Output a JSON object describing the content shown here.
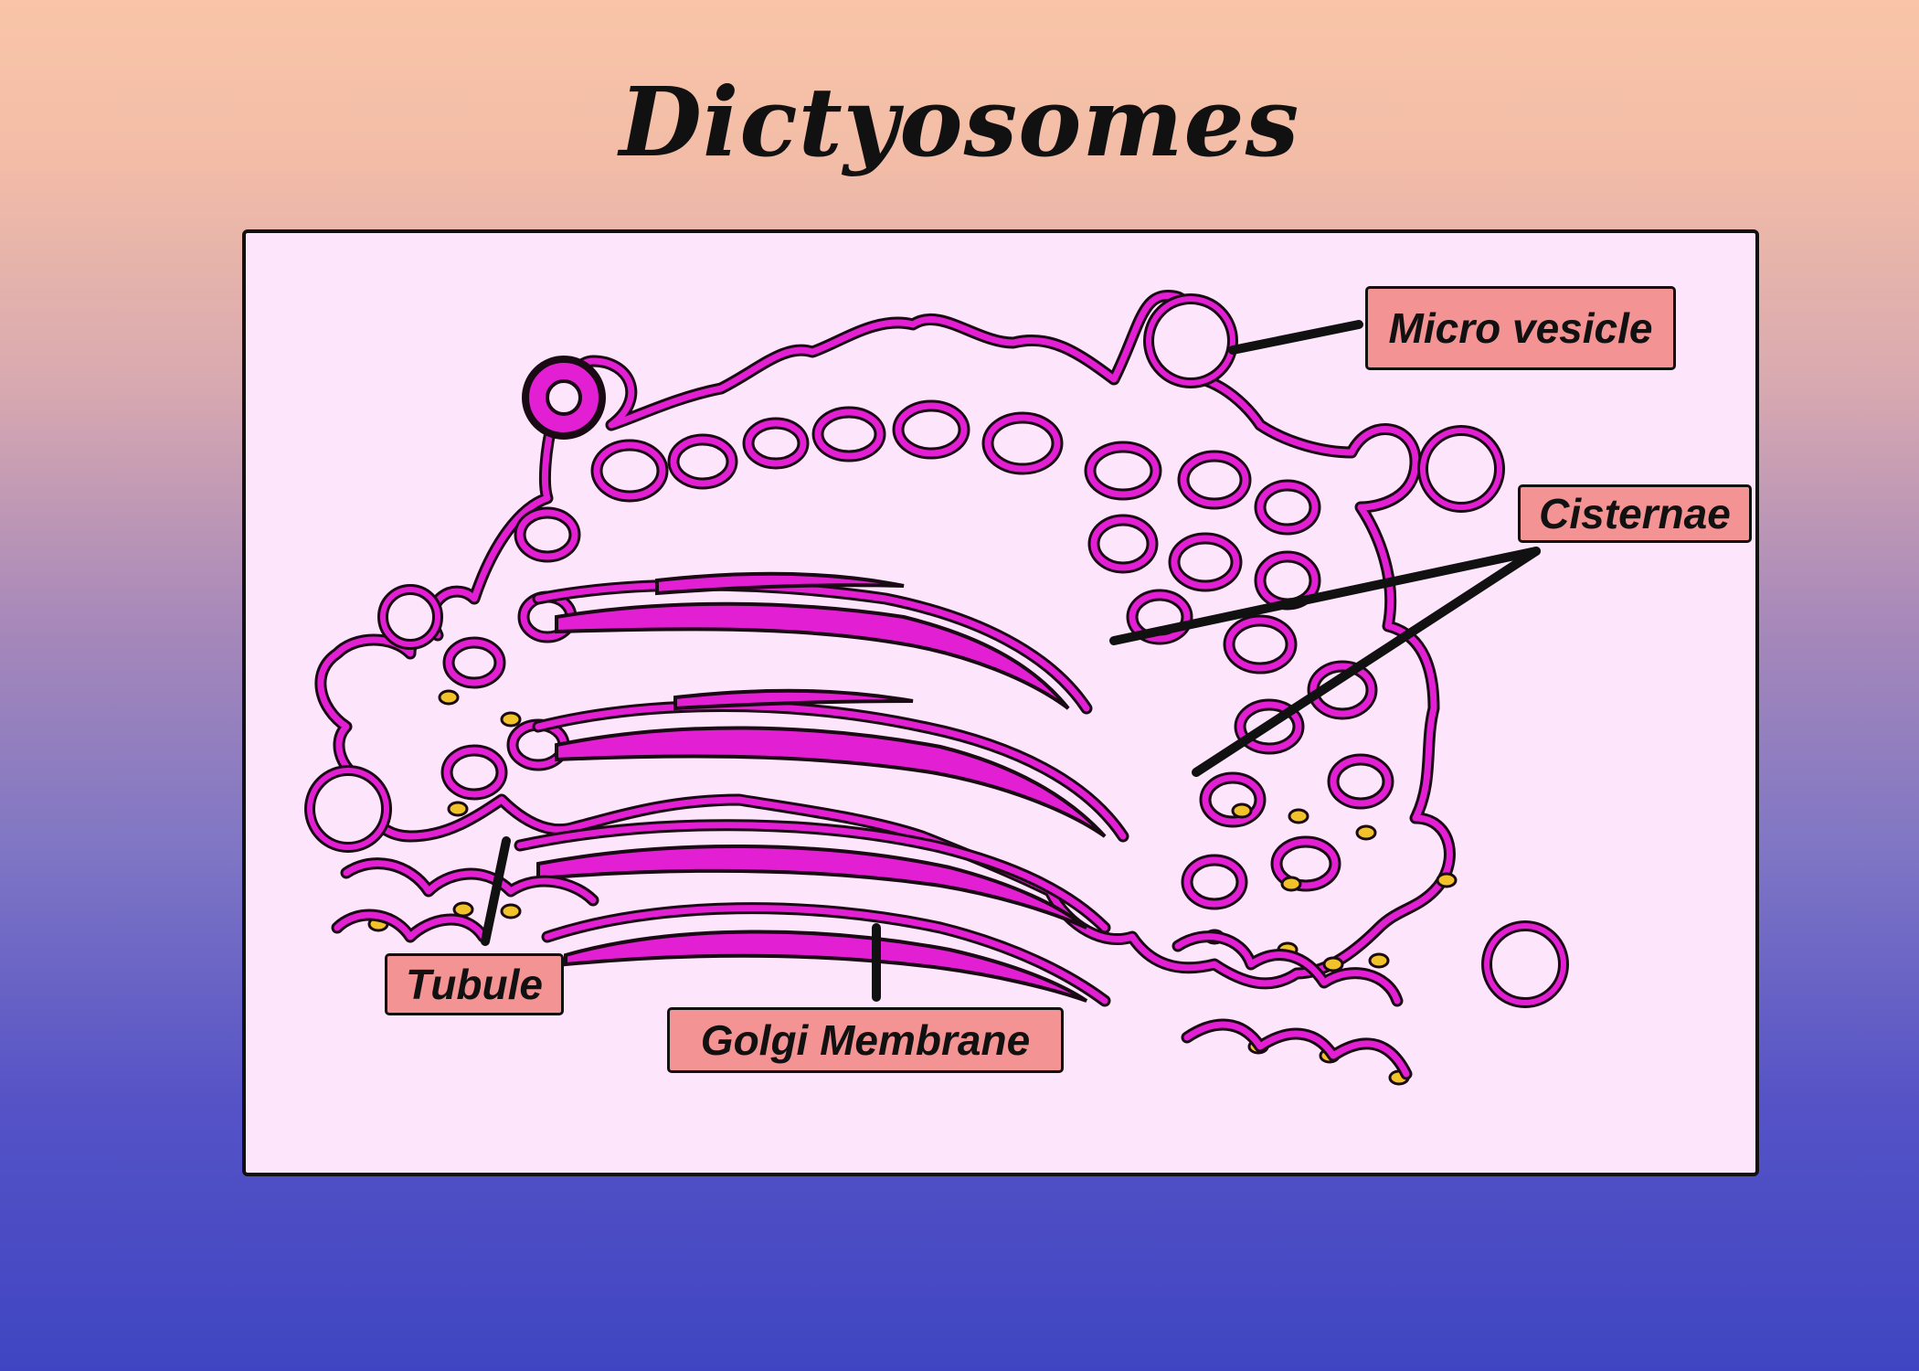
{
  "title": "Dictyosomes",
  "labels": {
    "micro_vesicle": "Micro vesicle",
    "cisternae": "Cisternae",
    "tubule": "Tubule",
    "golgi_membrane": "Golgi Membrane"
  },
  "colors": {
    "membrane": "#e21fd2",
    "membrane_outline": "#1a0a14",
    "label_bg": "#f49393",
    "panel_bg": "#fde6fc",
    "granule": "#f2c22a"
  }
}
